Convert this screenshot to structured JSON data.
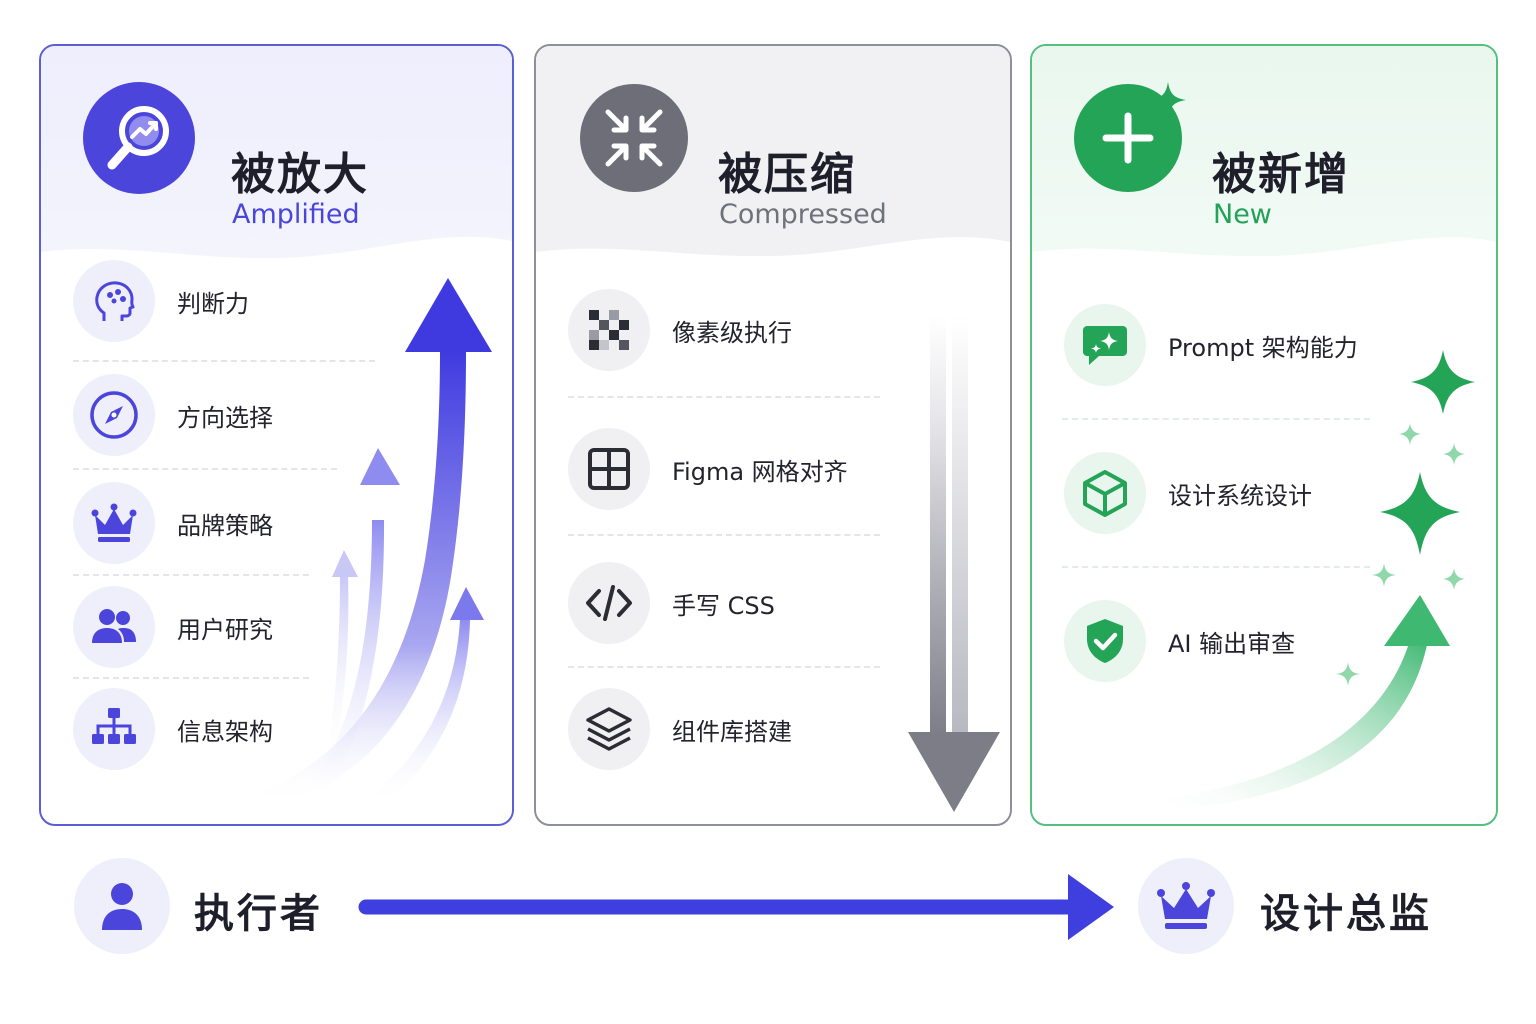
{
  "panels": {
    "amplified": {
      "title": "被放大",
      "subtitle": "Amplified",
      "items": [
        {
          "label": "判断力",
          "icon": "brain-head-icon"
        },
        {
          "label": "方向选择",
          "icon": "compass-icon"
        },
        {
          "label": "品牌策略",
          "icon": "crown-icon"
        },
        {
          "label": "用户研究",
          "icon": "users-icon"
        },
        {
          "label": "信息架构",
          "icon": "hierarchy-icon"
        }
      ],
      "color": "#4b45dc"
    },
    "compressed": {
      "title": "被压缩",
      "subtitle": "Compressed",
      "items": [
        {
          "label": "像素级执行",
          "icon": "pixel-grid-icon"
        },
        {
          "label": "Figma 网格对齐",
          "icon": "grid-icon"
        },
        {
          "label": "手写 CSS",
          "icon": "code-icon"
        },
        {
          "label": "组件库搭建",
          "icon": "layers-icon"
        }
      ],
      "color": "#6d6e78"
    },
    "new": {
      "title": "被新增",
      "subtitle": "New",
      "items": [
        {
          "label": "Prompt 架构能力",
          "icon": "chat-sparkle-icon"
        },
        {
          "label": "设计系统设计",
          "icon": "cube-icon"
        },
        {
          "label": "AI 输出审查",
          "icon": "shield-check-icon"
        }
      ],
      "color": "#23a457"
    }
  },
  "transition": {
    "from": "执行者",
    "to": "设计总监",
    "from_icon": "person-icon",
    "to_icon": "crown-icon",
    "arrow_color": "#3f3fe0"
  }
}
